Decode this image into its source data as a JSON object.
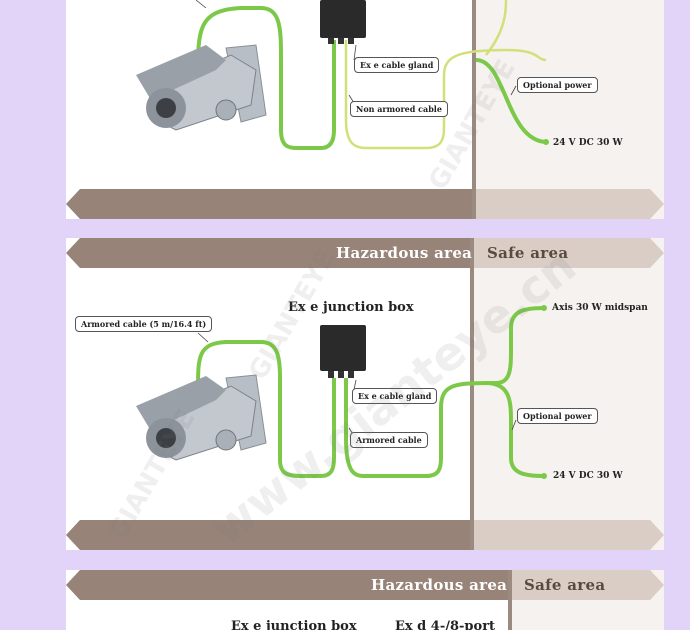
{
  "panels": [
    {
      "callouts": {
        "gland": "Ex e cable gland",
        "cable": "Non armored cable",
        "optional": "Optional power"
      },
      "supply": "24 V DC 30 W"
    },
    {
      "zones": {
        "hazardous": "Hazardous area",
        "safe": "Safe area"
      },
      "title": "Ex e junction box",
      "callouts": {
        "armored_top": "Armored cable (5 m/16.4 ft)",
        "gland": "Ex e cable gland",
        "cable": "Armored cable",
        "optional": "Optional power"
      },
      "midspan": "Axis 30 W midspan",
      "supply": "24 V DC 30 W"
    },
    {
      "zones": {
        "hazardous": "Hazardous area",
        "safe": "Safe area"
      },
      "title_left": "Ex e junction box",
      "title_right": "Ex d 4-/8-port"
    }
  ],
  "watermark": {
    "brand": "GIANTEYE",
    "url": "www.gianteye.cn"
  },
  "colors": {
    "band": "#978378",
    "safe_band": "#d9cdc6",
    "wire": "#7cc94a",
    "wire_light": "#d2e07a",
    "background": "#e2d4f8"
  }
}
